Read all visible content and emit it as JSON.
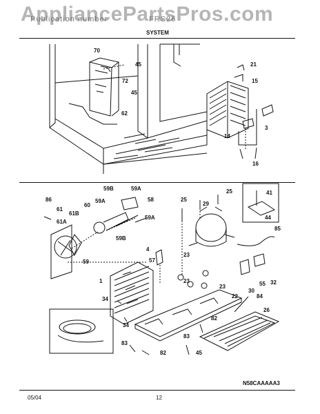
{
  "watermark": "AppliancePartsPros.com",
  "header": {
    "left": "Publication number",
    "right": "FRS26"
  },
  "section_title": "SYSTEM",
  "diagram_code": "N58CAAAAA3",
  "footer": {
    "date": "05/04",
    "page": "12"
  },
  "callouts_top": [
    "70",
    "45",
    "72",
    "45",
    "62",
    "21",
    "15",
    "14",
    "3",
    "16"
  ],
  "callouts_bottom": [
    "86",
    "61",
    "61B",
    "61A",
    "60",
    "59B",
    "59A",
    "59A",
    "58",
    "59A",
    "59B",
    "59",
    "25",
    "29",
    "25",
    "41",
    "44",
    "85",
    "4",
    "57",
    "23",
    "23",
    "23",
    "30",
    "55",
    "32",
    "1",
    "34",
    "34",
    "22",
    "84",
    "26",
    "82",
    "83",
    "82",
    "83",
    "45"
  ]
}
